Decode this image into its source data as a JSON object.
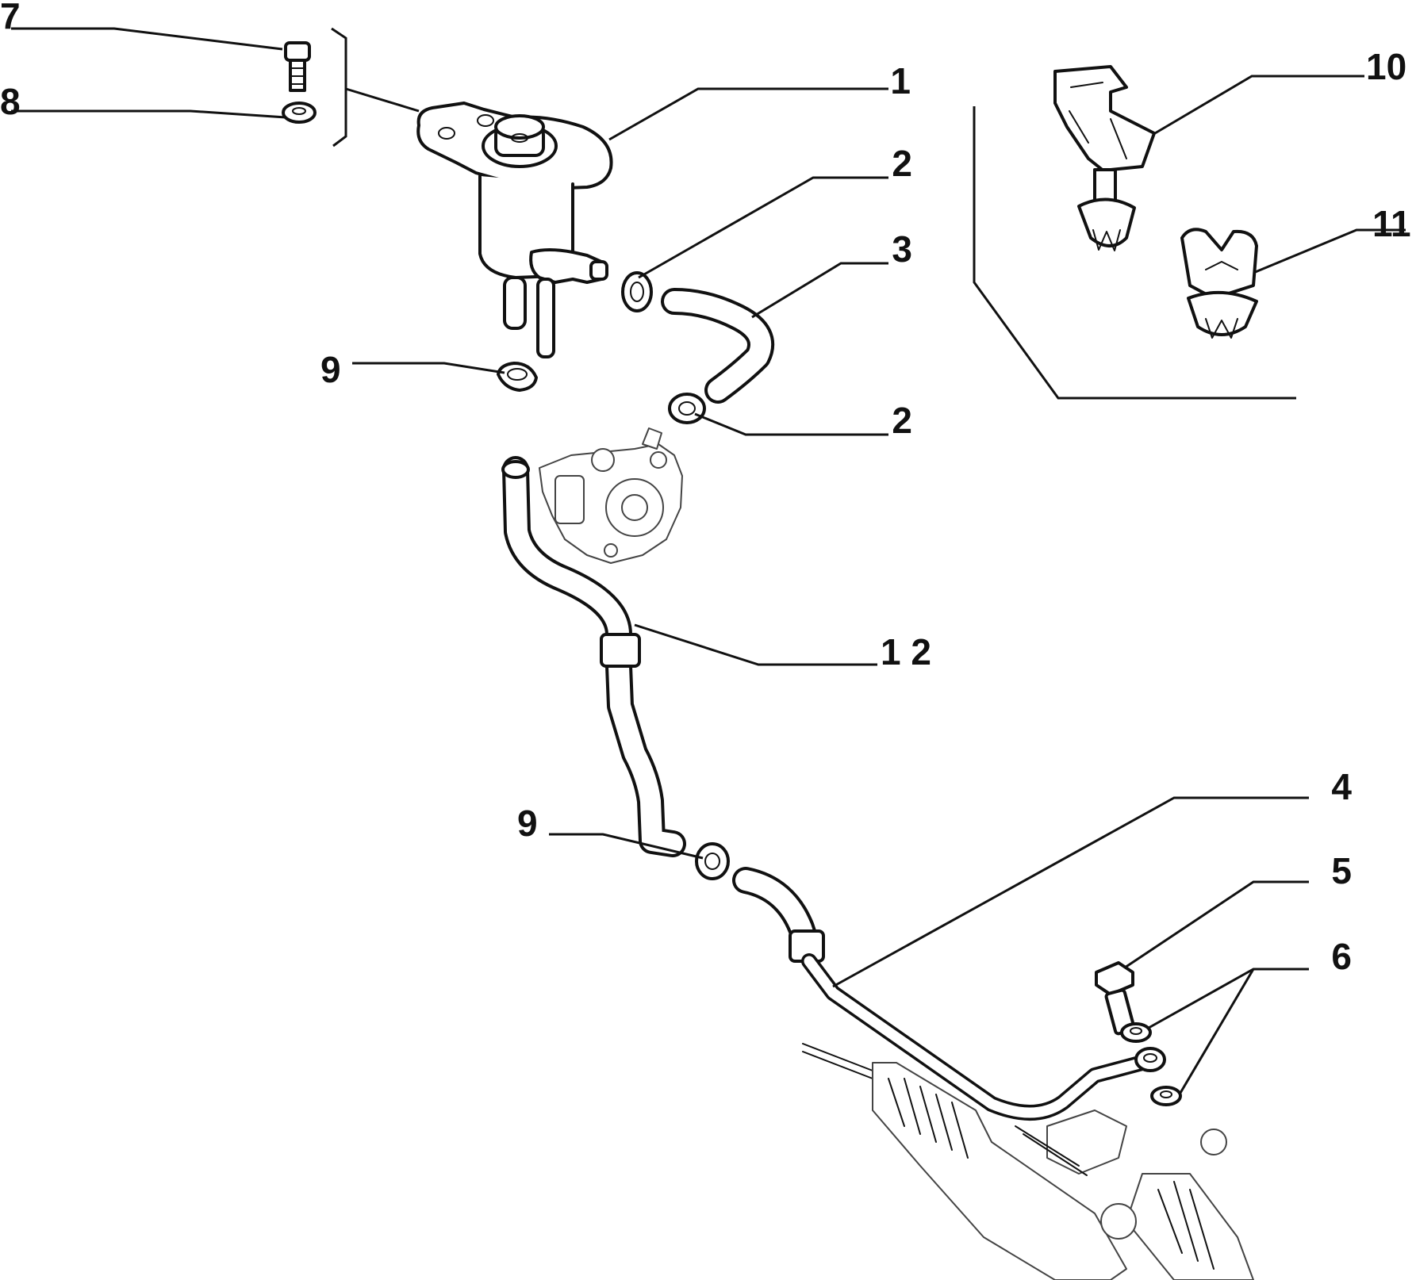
{
  "callouts": [
    {
      "id": "c1",
      "text": "1"
    },
    {
      "id": "c2a",
      "text": "2"
    },
    {
      "id": "c3",
      "text": "3"
    },
    {
      "id": "c2b",
      "text": "2"
    },
    {
      "id": "c9a",
      "text": "9"
    },
    {
      "id": "c7",
      "text": "7"
    },
    {
      "id": "c8",
      "text": "8"
    },
    {
      "id": "c10",
      "text": "10"
    },
    {
      "id": "c11",
      "text": "11"
    },
    {
      "id": "c12",
      "text": "1 2"
    },
    {
      "id": "c9b",
      "text": "9"
    },
    {
      "id": "c4",
      "text": "4"
    },
    {
      "id": "c5",
      "text": "5"
    },
    {
      "id": "c6",
      "text": "6"
    }
  ],
  "colors": {
    "line": "#111111",
    "background": "#ffffff"
  }
}
